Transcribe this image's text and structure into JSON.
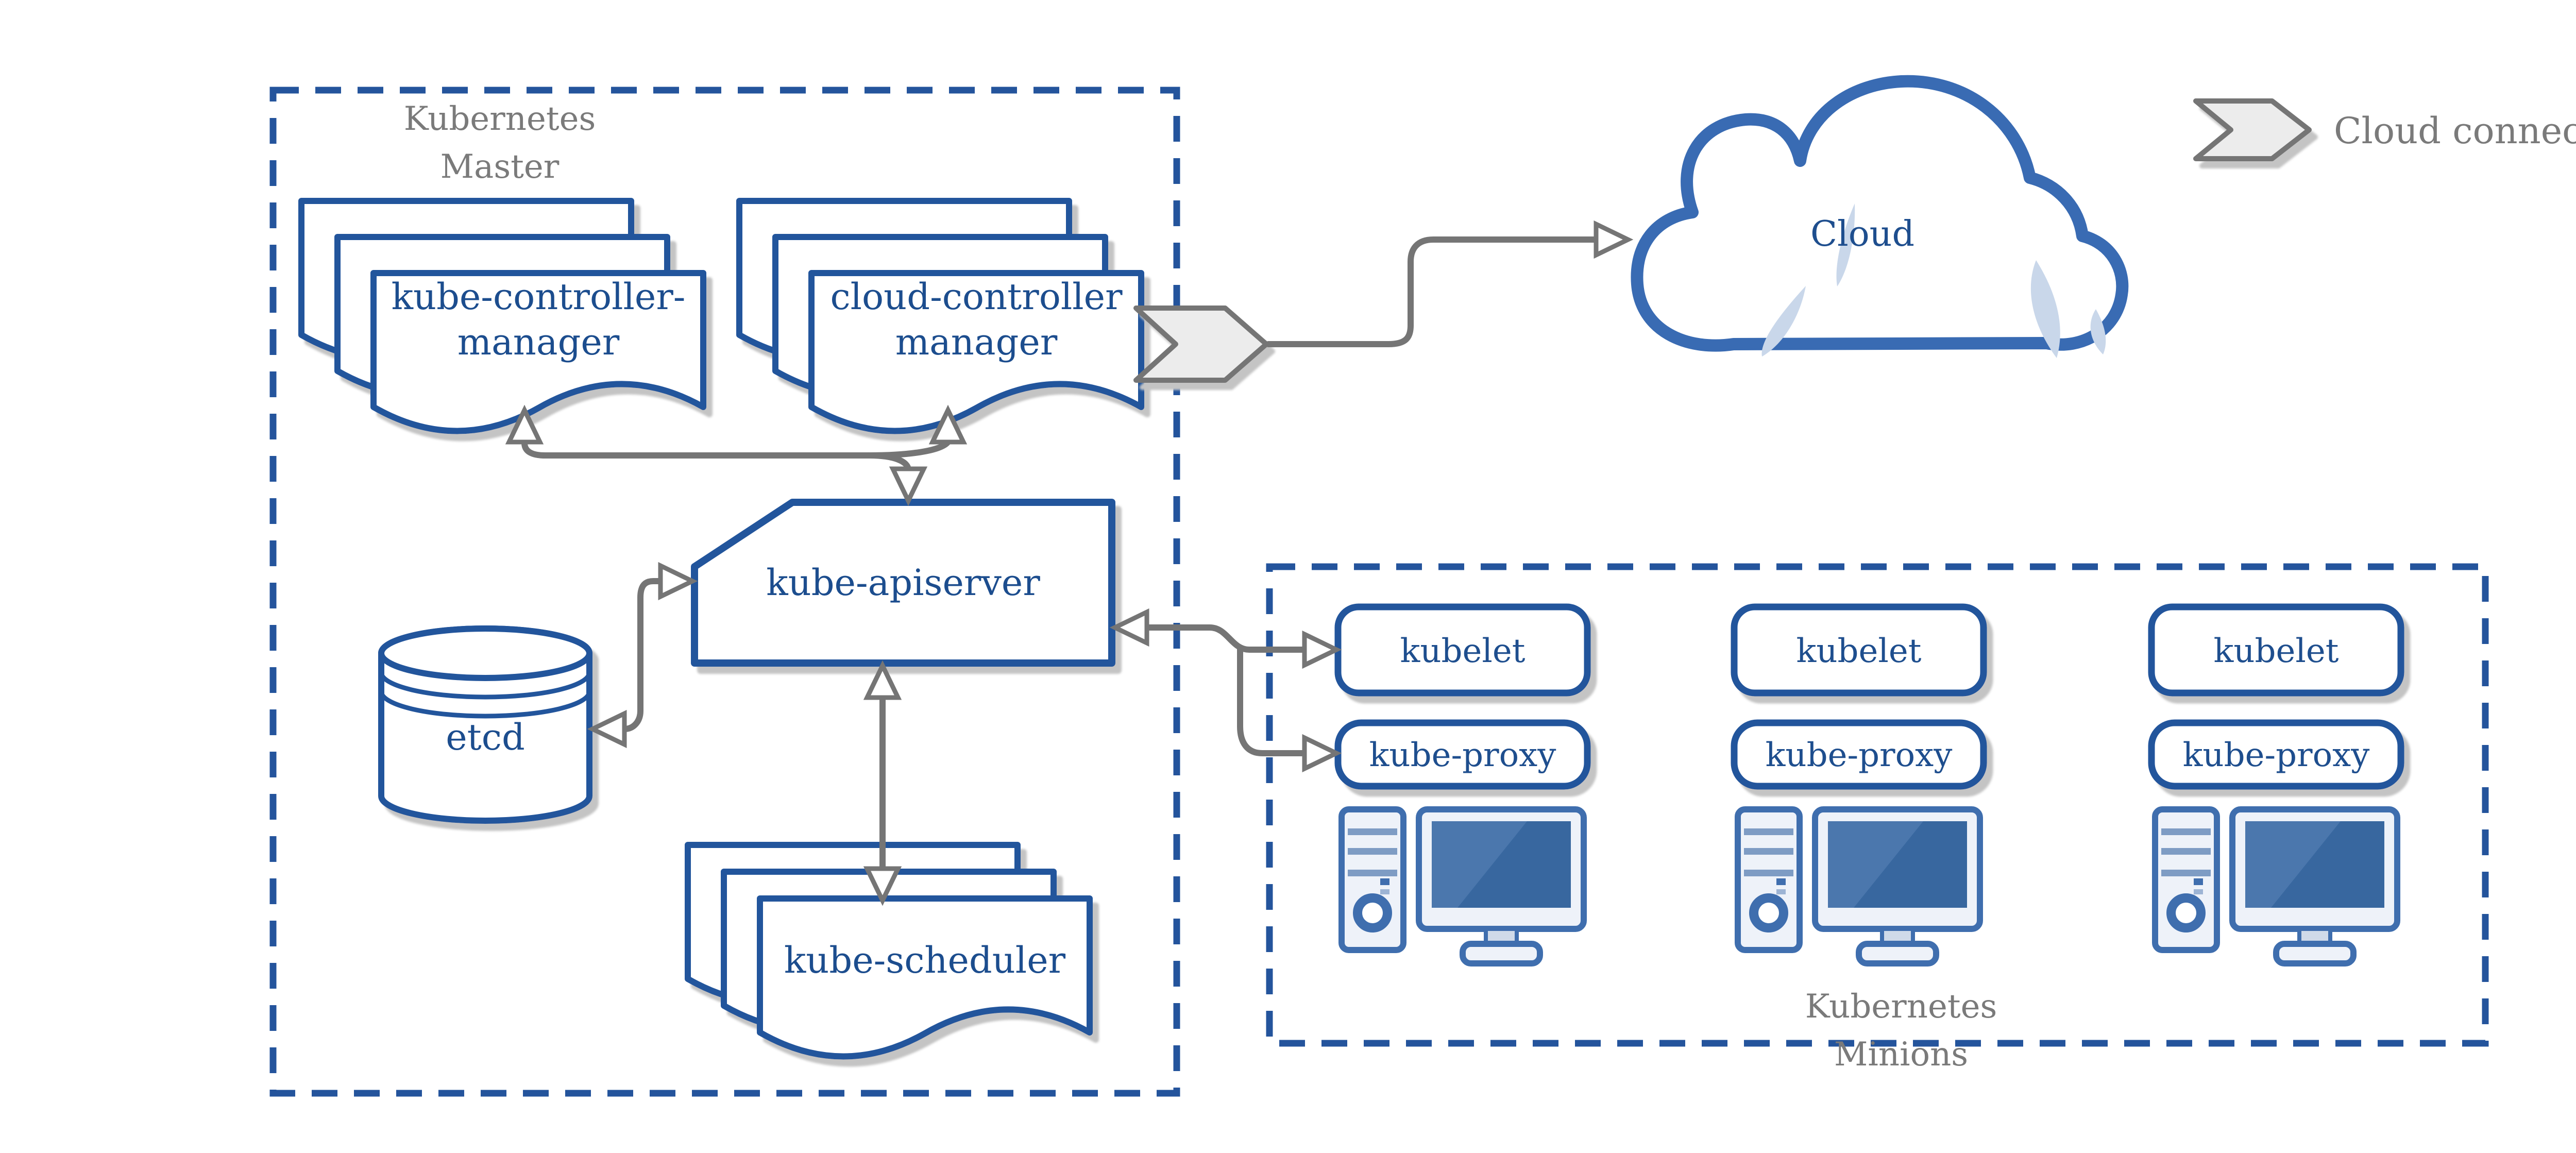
{
  "master": {
    "title_line1": "Kubernetes",
    "title_line2": "Master"
  },
  "minions": {
    "title_line1": "Kubernetes",
    "title_line2": "Minions",
    "columns": [
      {
        "kubelet": "kubelet",
        "kube_proxy": "kube-proxy"
      },
      {
        "kubelet": "kubelet",
        "kube_proxy": "kube-proxy"
      },
      {
        "kubelet": "kubelet",
        "kube_proxy": "kube-proxy"
      }
    ]
  },
  "components": {
    "kube_controller_manager": {
      "line1": "kube-controller-",
      "line2": "manager"
    },
    "cloud_controller_manager": {
      "line1": "cloud-controller",
      "line2": "manager"
    },
    "kube_apiserver": {
      "label": "kube-apiserver"
    },
    "etcd": {
      "label": "etcd"
    },
    "kube_scheduler": {
      "label": "kube-scheduler"
    },
    "cloud": {
      "label": "Cloud"
    }
  },
  "legend": {
    "cloud_connector_label": "Cloud connector",
    "icon": "cloud-connector-chevron-icon"
  },
  "icons": {
    "workstation": "desktop-computer-icon",
    "database": "etcd-cylinder-icon"
  },
  "colors": {
    "diagram_blue": "#24549c",
    "text_blue": "#1e4e8e",
    "cloud_blue": "#396bb3",
    "gray_text": "#7a7a7a",
    "connector_gray": "#757575",
    "shadow_gray": "#c4c4c4",
    "light_blue_fill": "#c9d7ea",
    "icon_fill": "#eef2f9"
  }
}
